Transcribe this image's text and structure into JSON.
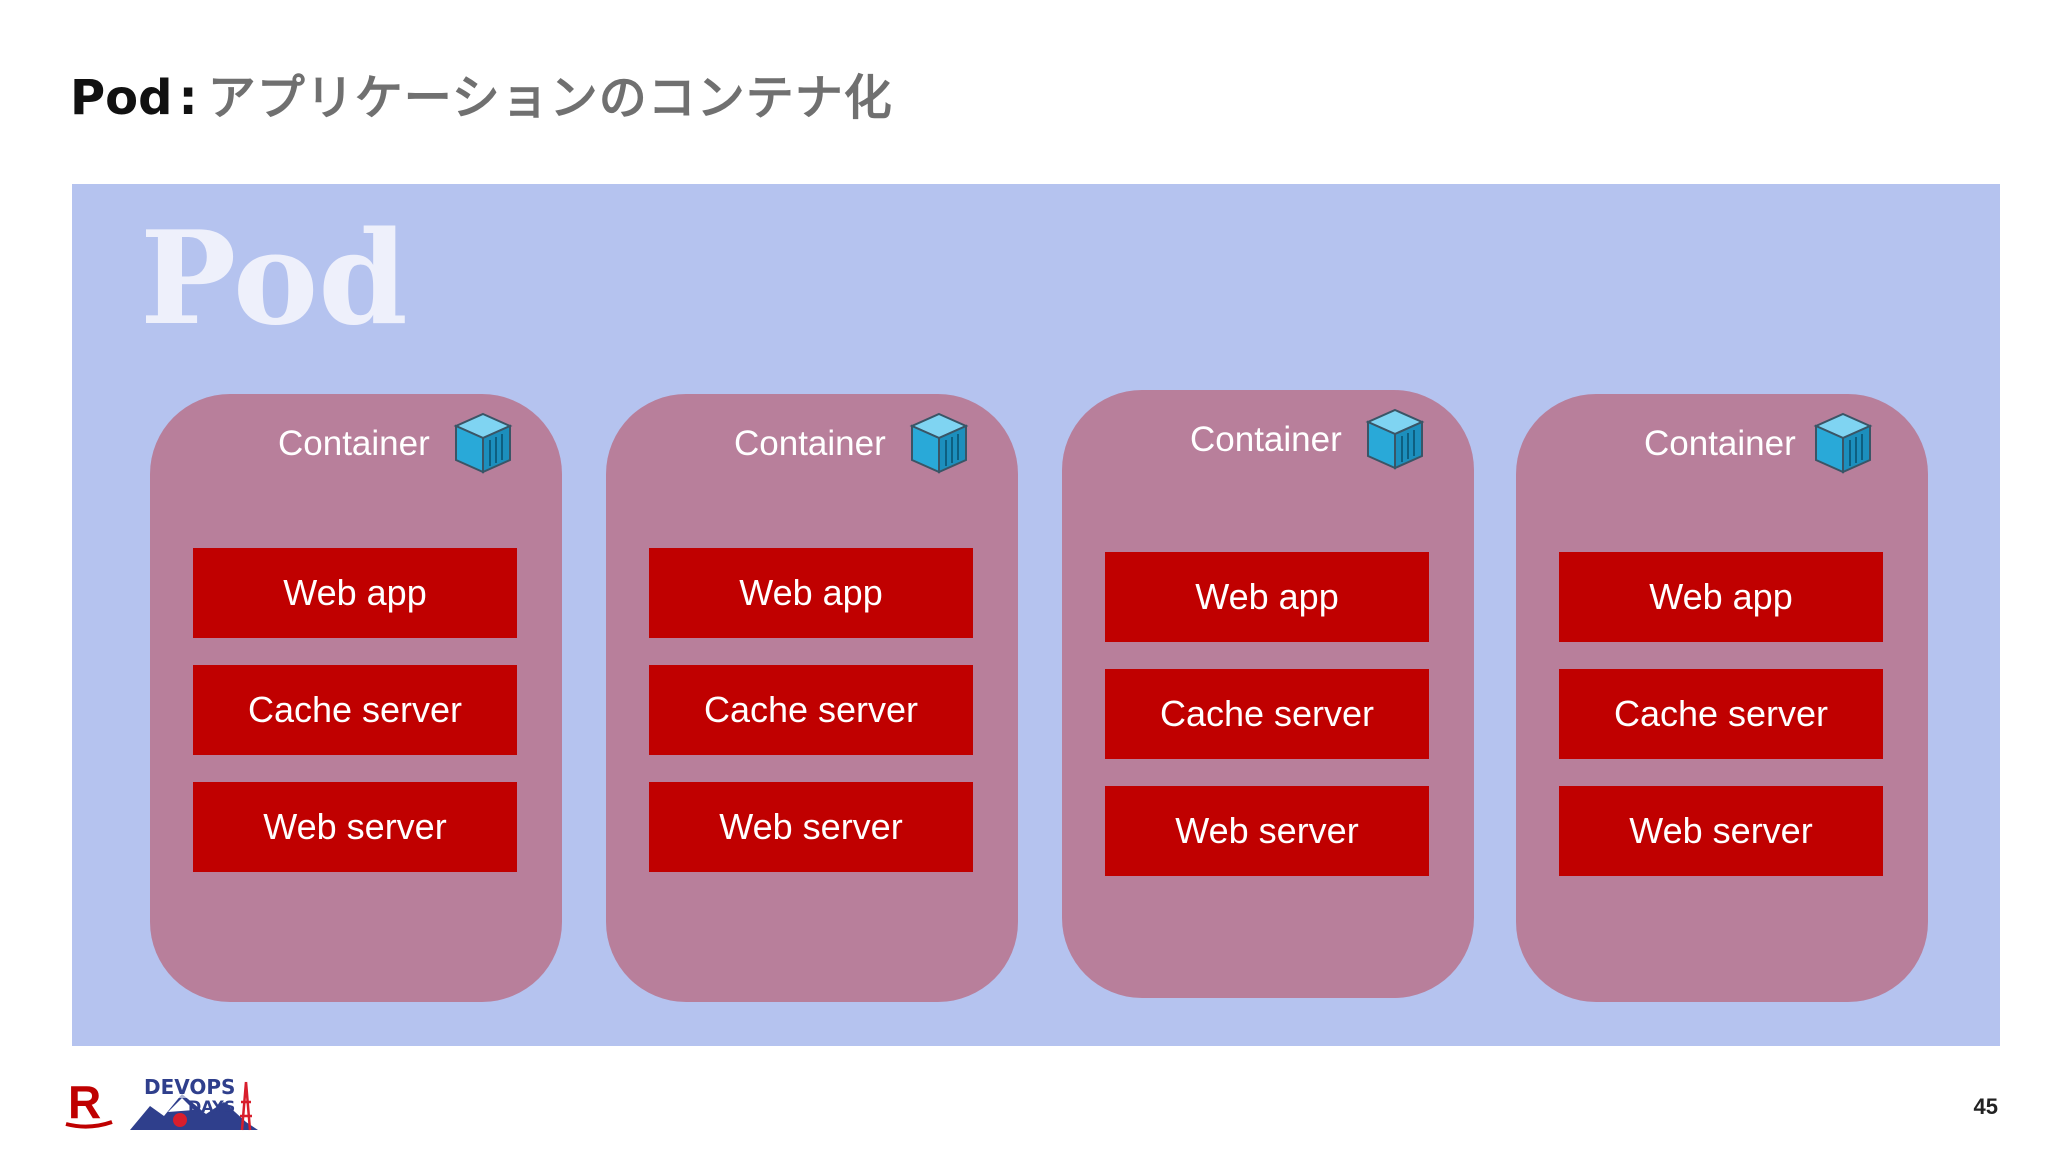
{
  "title": {
    "main": "Pod",
    "separator": ":",
    "subtitle": "アプリケーションのコンテナ化"
  },
  "pod": {
    "label": "Pod",
    "color": "#b5c3ef"
  },
  "containers": [
    {
      "label": "Container",
      "components": [
        "Web app",
        "Cache server",
        "Web server"
      ]
    },
    {
      "label": "Container",
      "components": [
        "Web app",
        "Cache server",
        "Web server"
      ]
    },
    {
      "label": "Container",
      "components": [
        "Web app",
        "Cache server",
        "Web server"
      ]
    },
    {
      "label": "Container",
      "components": [
        "Web app",
        "Cache server",
        "Web server"
      ]
    }
  ],
  "colors": {
    "container_fill": "#b87f9b",
    "component_fill": "#c00000",
    "cube_icon": "#29a9d8"
  },
  "icons": [
    "container-cube-icon",
    "rakuten-logo",
    "devopsdays-tokyo-logo"
  ],
  "footer": {
    "page_number": "45"
  }
}
